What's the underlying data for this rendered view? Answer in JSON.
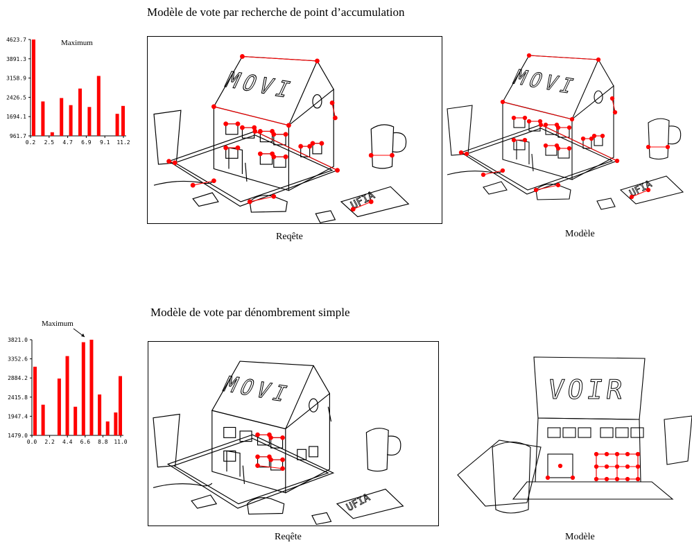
{
  "sections": [
    {
      "title": "Modèle de vote par recherche de point d’accumulation",
      "query_caption": "Reqête",
      "model_caption": "Modèle",
      "query_sign": [
        "M",
        "O",
        "V",
        "I"
      ],
      "model_sign": [
        "M",
        "O",
        "V",
        "I"
      ],
      "query_tag": "UFIA",
      "model_tag": "UFIA"
    },
    {
      "title": "Modèle de vote par dénombrement simple",
      "query_caption": "Reqête",
      "model_caption": "Modèle",
      "query_sign": [
        "M",
        "O",
        "V",
        "I"
      ],
      "model_sign": [
        "V",
        "O",
        "I",
        "R"
      ],
      "query_tag": "UFIA"
    }
  ],
  "colors": {
    "accent": "#ff0000",
    "line": "#000000"
  },
  "chart_data": [
    {
      "type": "bar",
      "annotation": "Maximum",
      "x_ticks": [
        "0.2",
        "2.5",
        "4.7",
        "6.9",
        "9.1",
        "11.2"
      ],
      "y_ticks": [
        "961.7",
        "1694.1",
        "2426.5",
        "3158.9",
        "3891.3",
        "4623.7"
      ],
      "ylim": [
        961.7,
        4623.7
      ],
      "x": [
        0.2,
        1.2,
        2.3,
        3.4,
        4.5,
        5.6,
        6.6,
        7.7,
        8.8,
        9.9,
        11.0
      ],
      "values": [
        4623.7,
        2270,
        1100,
        2400,
        2130,
        2760,
        2060,
        3240,
        961.7,
        1800,
        2100
      ]
    },
    {
      "type": "bar",
      "annotation": "Maximum",
      "x_ticks": [
        "0.0",
        "2.2",
        "4.4",
        "6.6",
        "8.8",
        "11.0"
      ],
      "y_ticks": [
        "1479.0",
        "1947.4",
        "2415.8",
        "2884.2",
        "3352.6",
        "3821.0"
      ],
      "ylim": [
        1479.0,
        3821.0
      ],
      "x": [
        0.0,
        1.1,
        2.2,
        3.3,
        4.4,
        5.5,
        6.6,
        7.7,
        8.8,
        9.9,
        11.0
      ],
      "values": [
        3160,
        2230,
        1479,
        2870,
        3420,
        2180,
        3760,
        3821,
        2480,
        1820,
        2040,
        2930
      ]
    }
  ]
}
